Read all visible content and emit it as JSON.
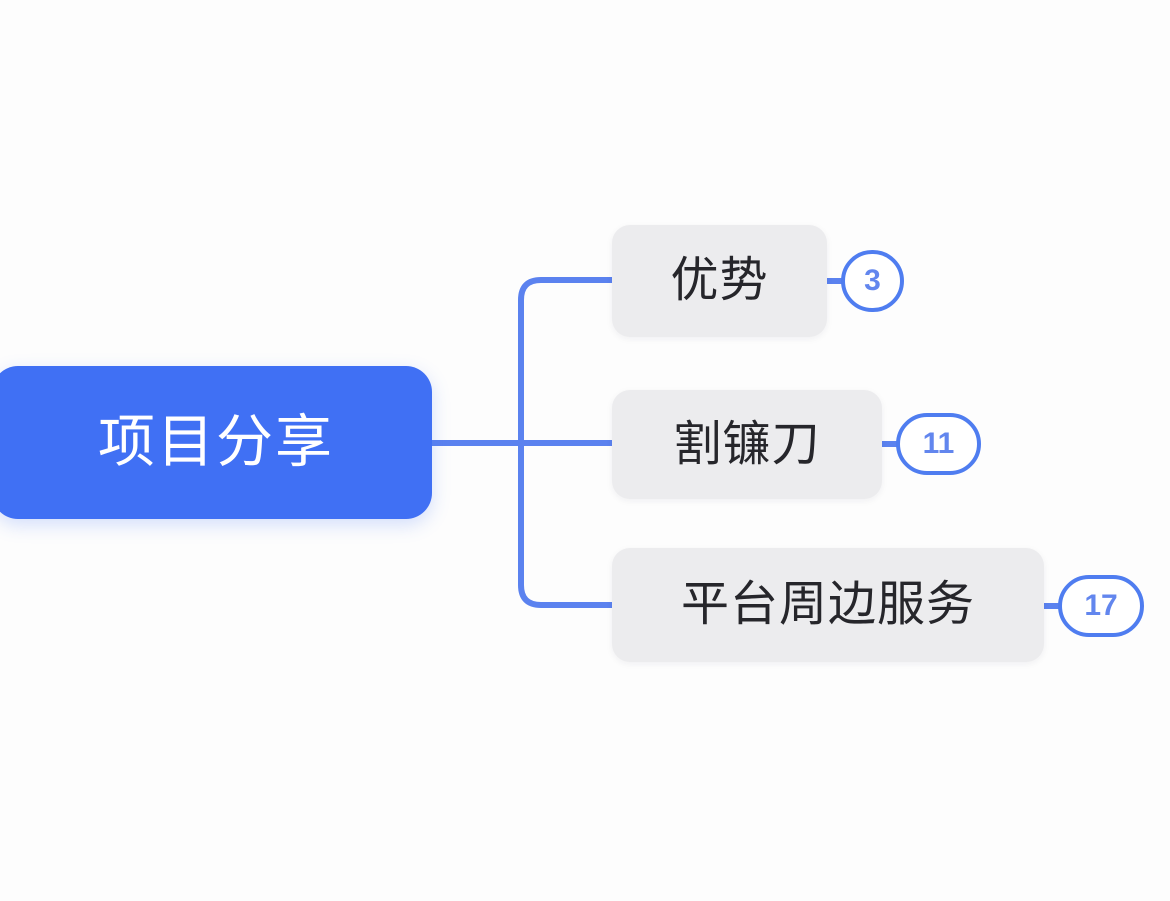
{
  "diagram": {
    "type": "mind-map",
    "orientation": "horizontal-right",
    "background_color": "#fdfdfd",
    "accent_color": "#4070f4",
    "connector_color": "#5b82ef",
    "branch_fill_color": "#ececee",
    "branch_text_color": "#26262b",
    "badge_border_color": "#4f7df0",
    "badge_text_color": "#6286ee"
  },
  "root": {
    "label": "项目分享"
  },
  "branches": [
    {
      "label": "优势",
      "badge": "3"
    },
    {
      "label": "割镰刀",
      "badge": "11"
    },
    {
      "label": "平台周边服务",
      "badge": "17"
    }
  ]
}
